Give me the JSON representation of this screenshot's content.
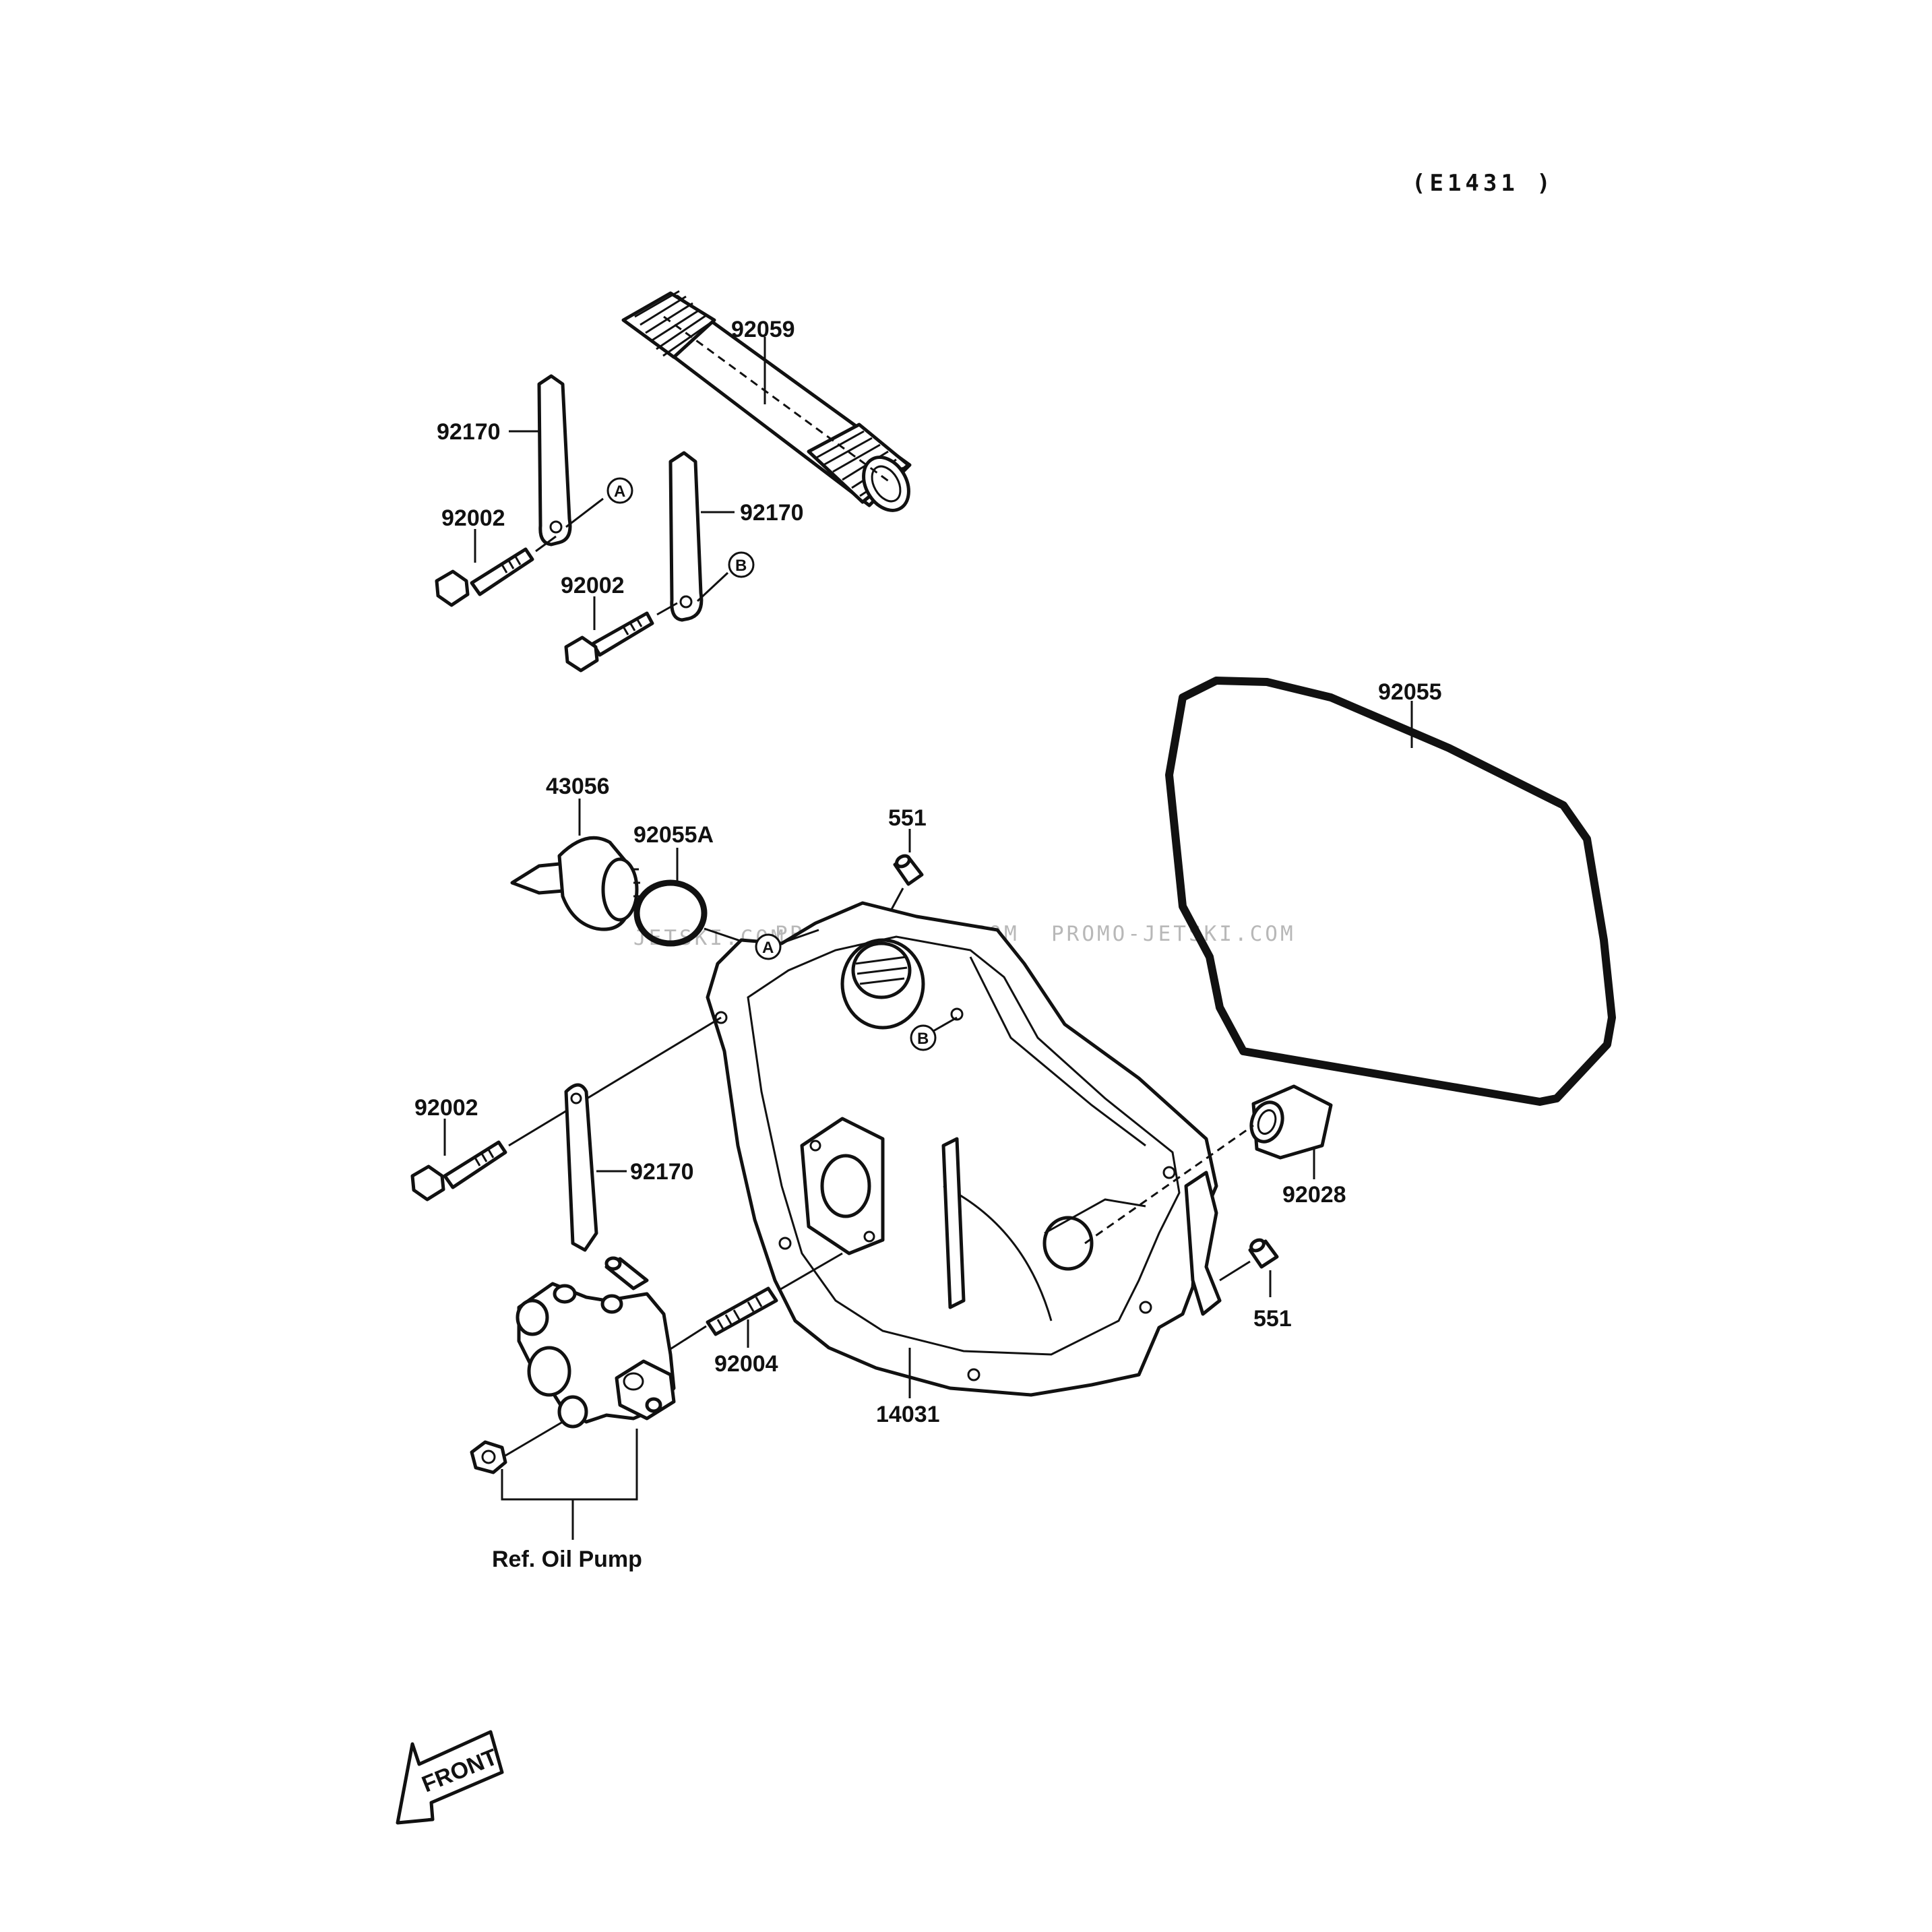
{
  "diagram_code": "(E1431 )",
  "watermarks": [
    "JETSKI.COM",
    "PROMO-JETSKI.COM",
    "PROMO-JETSKI.COM"
  ],
  "labels": {
    "hose": "92059",
    "strap_a": "92170",
    "bolt_a": "92002",
    "strap_b": "92170",
    "bolt_b": "92002",
    "gasket": "92055",
    "cap": "43056",
    "o_ring": "92055A",
    "dowel_top": "551",
    "bolt_c": "92002",
    "strap_c": "92170",
    "collar": "92028",
    "dowel_right": "551",
    "stud": "92004",
    "cover": "14031",
    "oil_pump": "Ref. Oil Pump"
  },
  "callouts": {
    "a1": "A",
    "b1": "B",
    "a2": "A",
    "b2": "B"
  },
  "front_arrow": "FRONT"
}
